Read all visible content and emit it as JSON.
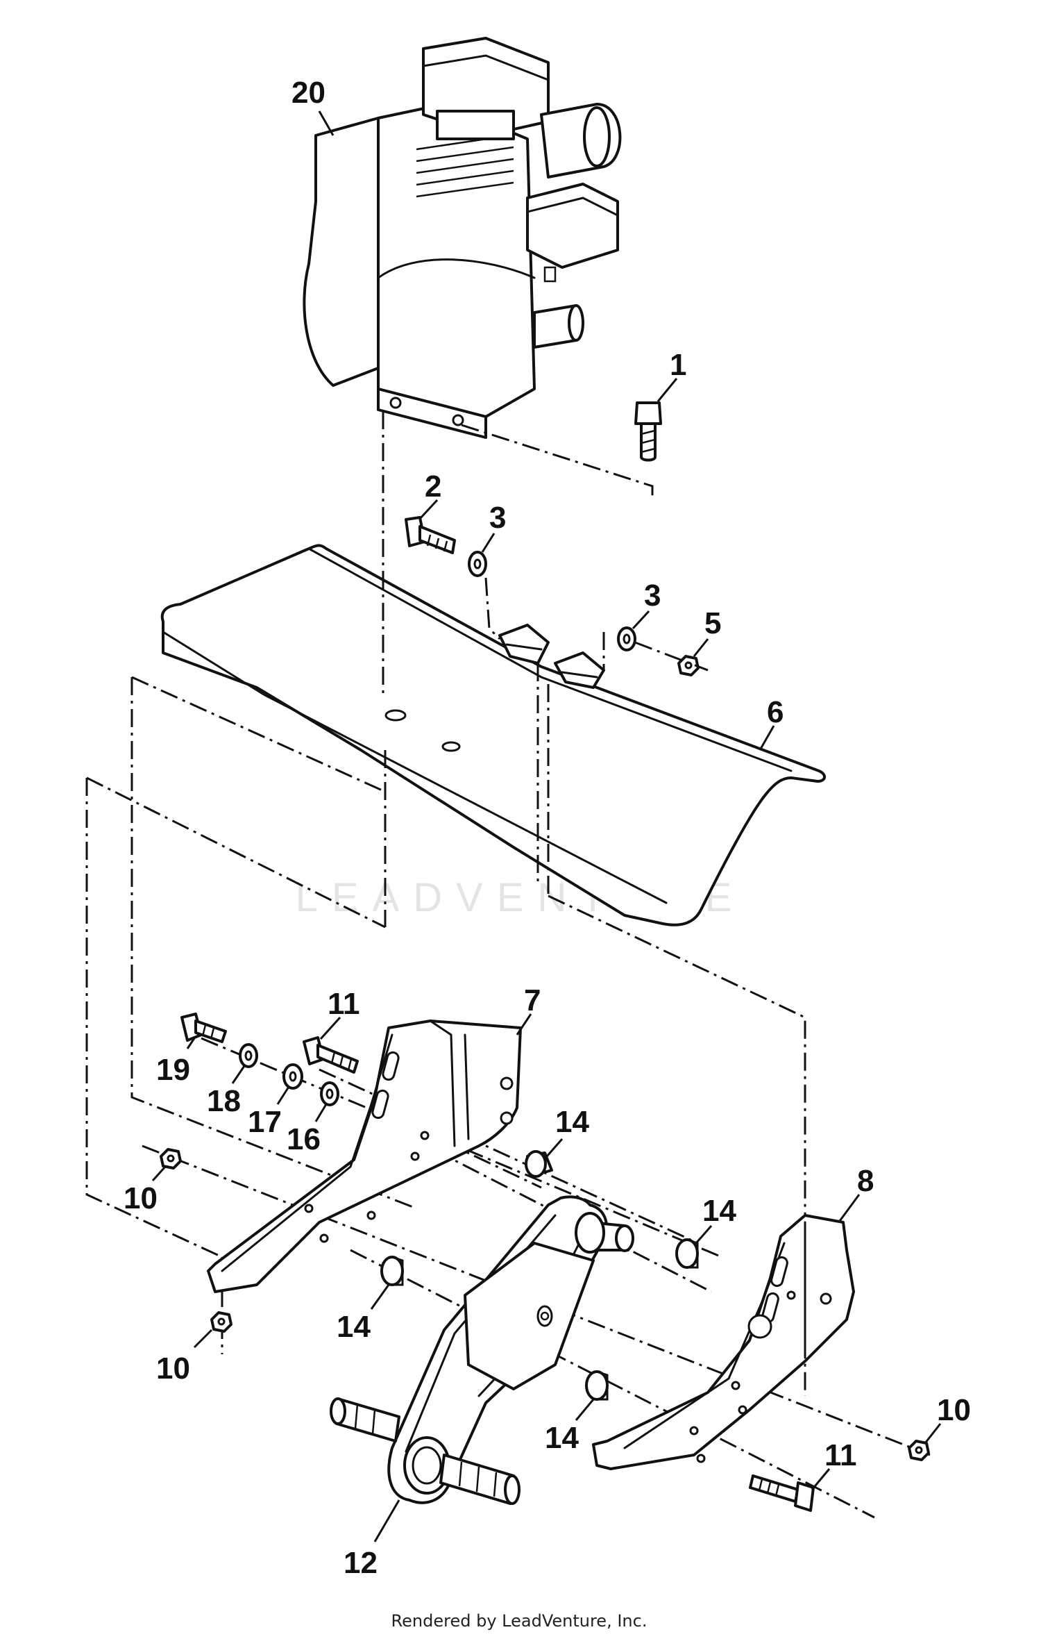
{
  "watermark": {
    "text": "LEADVENTURE"
  },
  "footer": {
    "text": "Rendered by LeadVenture, Inc."
  },
  "callouts": [
    {
      "id": "engine",
      "label": "20"
    },
    {
      "id": "bolt-1",
      "label": "1"
    },
    {
      "id": "bolt-2",
      "label": "2"
    },
    {
      "id": "washer-3a",
      "label": "3"
    },
    {
      "id": "washer-3b",
      "label": "3"
    },
    {
      "id": "nut-5",
      "label": "5"
    },
    {
      "id": "shield-6",
      "label": "6"
    },
    {
      "id": "bracket-7",
      "label": "7"
    },
    {
      "id": "bolt-11a",
      "label": "11"
    },
    {
      "id": "bolt-19",
      "label": "19"
    },
    {
      "id": "washer-18",
      "label": "18"
    },
    {
      "id": "washer-17",
      "label": "17"
    },
    {
      "id": "washer-16",
      "label": "16"
    },
    {
      "id": "spacer-14a",
      "label": "14"
    },
    {
      "id": "spacer-14b",
      "label": "14"
    },
    {
      "id": "bracket-8",
      "label": "8"
    },
    {
      "id": "nut-10a",
      "label": "10"
    },
    {
      "id": "nut-10b",
      "label": "10"
    },
    {
      "id": "nut-10c",
      "label": "10"
    },
    {
      "id": "spacer-14c",
      "label": "14"
    },
    {
      "id": "spacer-14d",
      "label": "14"
    },
    {
      "id": "bolt-11b",
      "label": "11"
    },
    {
      "id": "chaincase-12",
      "label": "12"
    }
  ]
}
